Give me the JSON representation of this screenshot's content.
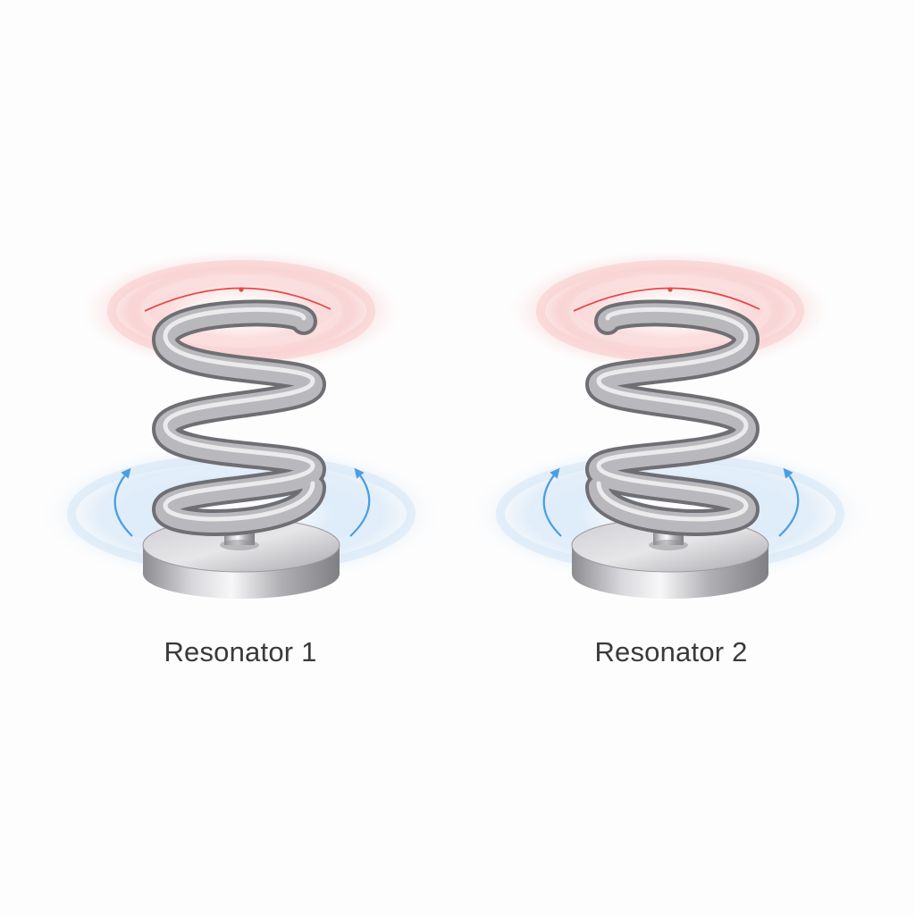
{
  "colors": {
    "background": "#fdfdfd",
    "top_field": "#f08a8a",
    "top_arc": "#e24a4a",
    "bottom_field": "#a9cdef",
    "bottom_arrows": "#4a9ee0",
    "metal": "#b8b8bc",
    "label_text": "#3a3a3a"
  },
  "resonators": [
    {
      "label": "Resonator 1",
      "coil_handedness": "left-top-start",
      "icon": "coil-spring-icon"
    },
    {
      "label": "Resonator 2",
      "coil_handedness": "right-top-start",
      "icon": "coil-spring-icon"
    }
  ]
}
